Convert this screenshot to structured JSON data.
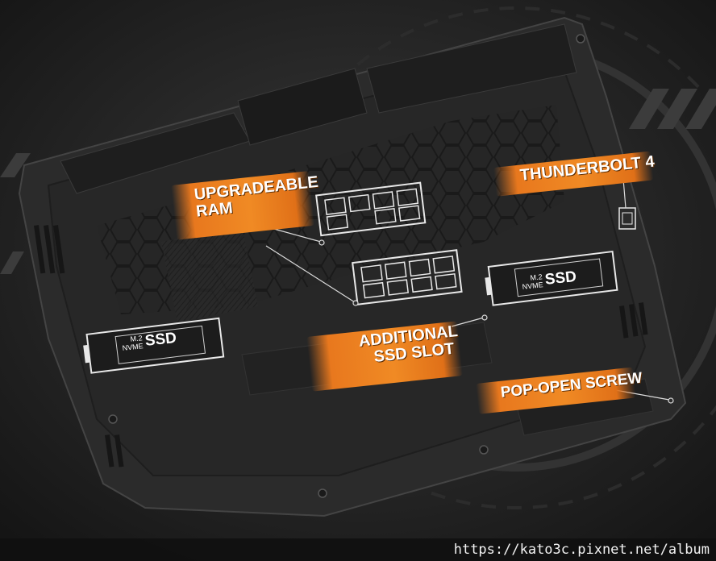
{
  "callouts": {
    "ram_line1": "UPGRADEABLE",
    "ram_line2": "RAM",
    "thunderbolt": "THUNDERBOLT 4",
    "ssd_slot_line1": "ADDITIONAL",
    "ssd_slot_line2": "SSD SLOT",
    "screw": "POP-OPEN SCREW"
  },
  "ssd_labels": {
    "left": {
      "line1": "M.2",
      "line2": "NVME",
      "big": "SSD"
    },
    "right": {
      "line1": "M.2",
      "line2": "NVME",
      "big": "SSD"
    }
  },
  "watermark": "https://kato3c.pixnet.net/album",
  "colors": {
    "accent": "#f08a24",
    "chassis": "#2b2b2b",
    "background": "#1c1c1c"
  }
}
